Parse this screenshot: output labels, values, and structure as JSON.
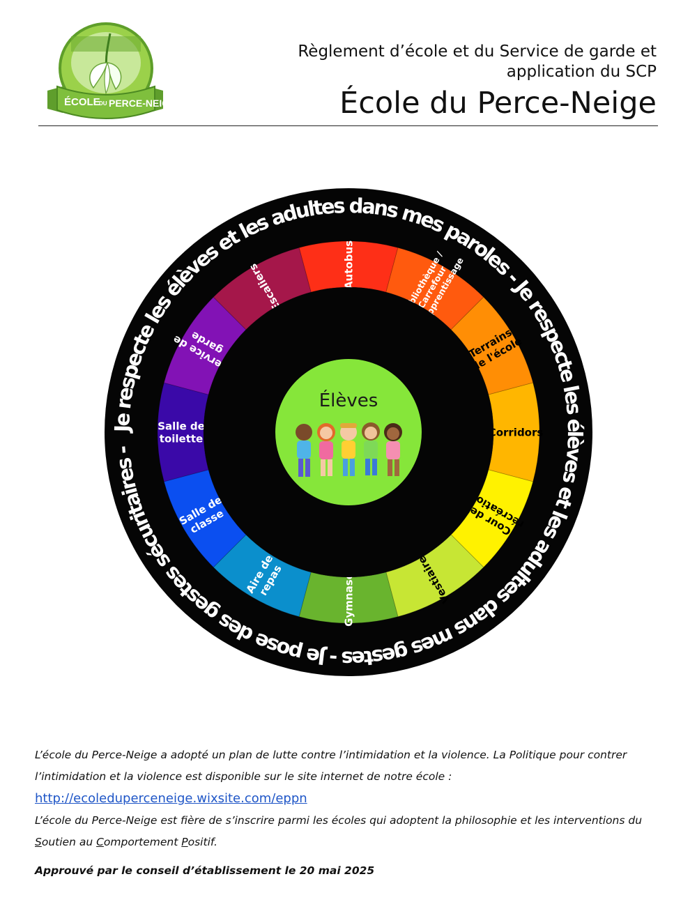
{
  "header": {
    "subtitle_line1": "Règlement d’école et du Service de garde et",
    "subtitle_line2": "application du SCP",
    "school_name": "École du Perce-Neige"
  },
  "logo": {
    "text_top": "ÉCOLE",
    "text_small": "DU",
    "text_main": "PERCE-NEIGE",
    "icon": "snowdrop-flower-icon"
  },
  "wheel": {
    "ring_text": "Je respecte les élèves et les adultes dans mes paroles - Je respecte les élèves et les adultes dans mes gestes - Je pose des gestes sécuritaires -",
    "center_label": "Élèves",
    "center_icon": "children-holding-hands-icon",
    "colors": {
      "ring": "#050505",
      "center": "#86e63a"
    },
    "segments": [
      {
        "lines": [
          "Autobus"
        ],
        "color": "#fe2f17",
        "text_color": "#ffffff"
      },
      {
        "lines": [
          "Bibliothèque /",
          "Carrefour",
          "d'apprentissage"
        ],
        "color": "#ff5a0e",
        "text_color": "#ffffff"
      },
      {
        "lines": [
          "Terrains",
          "de l'école"
        ],
        "color": "#ff8e05",
        "text_color": "#000000"
      },
      {
        "lines": [
          "Corridors"
        ],
        "color": "#ffb600",
        "text_color": "#000000"
      },
      {
        "lines": [
          "Cour de",
          "récréation"
        ],
        "color": "#fff200",
        "text_color": "#000000"
      },
      {
        "lines": [
          "Vestiaires"
        ],
        "color": "#c7e634",
        "text_color": "#000000"
      },
      {
        "lines": [
          "Gymnase"
        ],
        "color": "#69b42e",
        "text_color": "#ffffff"
      },
      {
        "lines": [
          "Aire de",
          "repas"
        ],
        "color": "#0b8fcc",
        "text_color": "#ffffff"
      },
      {
        "lines": [
          "Salle de",
          "classe"
        ],
        "color": "#0b4ff0",
        "text_color": "#ffffff"
      },
      {
        "lines": [
          "Salle de",
          "toilette"
        ],
        "color": "#3a09a8",
        "text_color": "#ffffff"
      },
      {
        "lines": [
          "Service de",
          "garde"
        ],
        "color": "#8212b5",
        "text_color": "#ffffff"
      },
      {
        "lines": [
          "Escaliers"
        ],
        "color": "#a5174a",
        "text_color": "#ffffff"
      }
    ]
  },
  "footer": {
    "para1": "L’école du Perce-Neige a adopté un plan de lutte contre l’intimidation et la violence. La Politique pour contrer l’intimidation et la violence est disponible sur le site internet de notre école :",
    "link": "http://ecoleduperceneige.wixsite.com/eppn",
    "para2_intro": "L’école du Perce-Neige est fière de s’inscrire parmi les écoles qui adoptent la philosophie et les interventions du",
    "scp_s": "S",
    "scp_s_rest": "outien au ",
    "scp_c": "C",
    "scp_c_rest": "omportement ",
    "scp_p": "P",
    "scp_p_rest": "ositif.",
    "approved": "Approuvé par le conseil d’établissement le 20 mai 2025"
  }
}
